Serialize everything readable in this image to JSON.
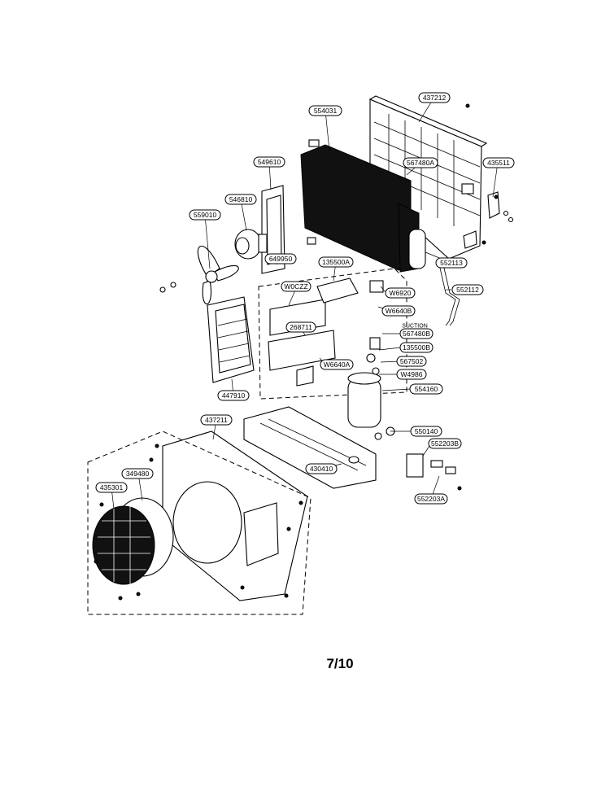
{
  "page": {
    "page_number": "7/10"
  },
  "callouts": {
    "c437212": "437212",
    "c554031": "554031",
    "c567480A": "567480A",
    "c435511": "435511",
    "c549610": "549610",
    "c546810": "546810",
    "c559010": "559010",
    "c552113": "552113",
    "c649950": "649950",
    "c135500A": "135500A",
    "c552112": "552112",
    "cW0CZZ": "W0CZZ",
    "cW6920": "W6920",
    "cW6640B": "W6640B",
    "suction": "SUCTION",
    "c567480B": "567480B",
    "c268711": "268711",
    "c135500B": "135500B",
    "cW6640A": "W6640A",
    "c567502": "567502",
    "cW4986": "W4986",
    "c554160": "554160",
    "c447910": "447910",
    "c437211": "437211",
    "c550140": "550140",
    "c552203B": "552203B",
    "c430410": "430410",
    "c349480": "349480",
    "c435301": "435301",
    "c552203A": "552203A"
  }
}
